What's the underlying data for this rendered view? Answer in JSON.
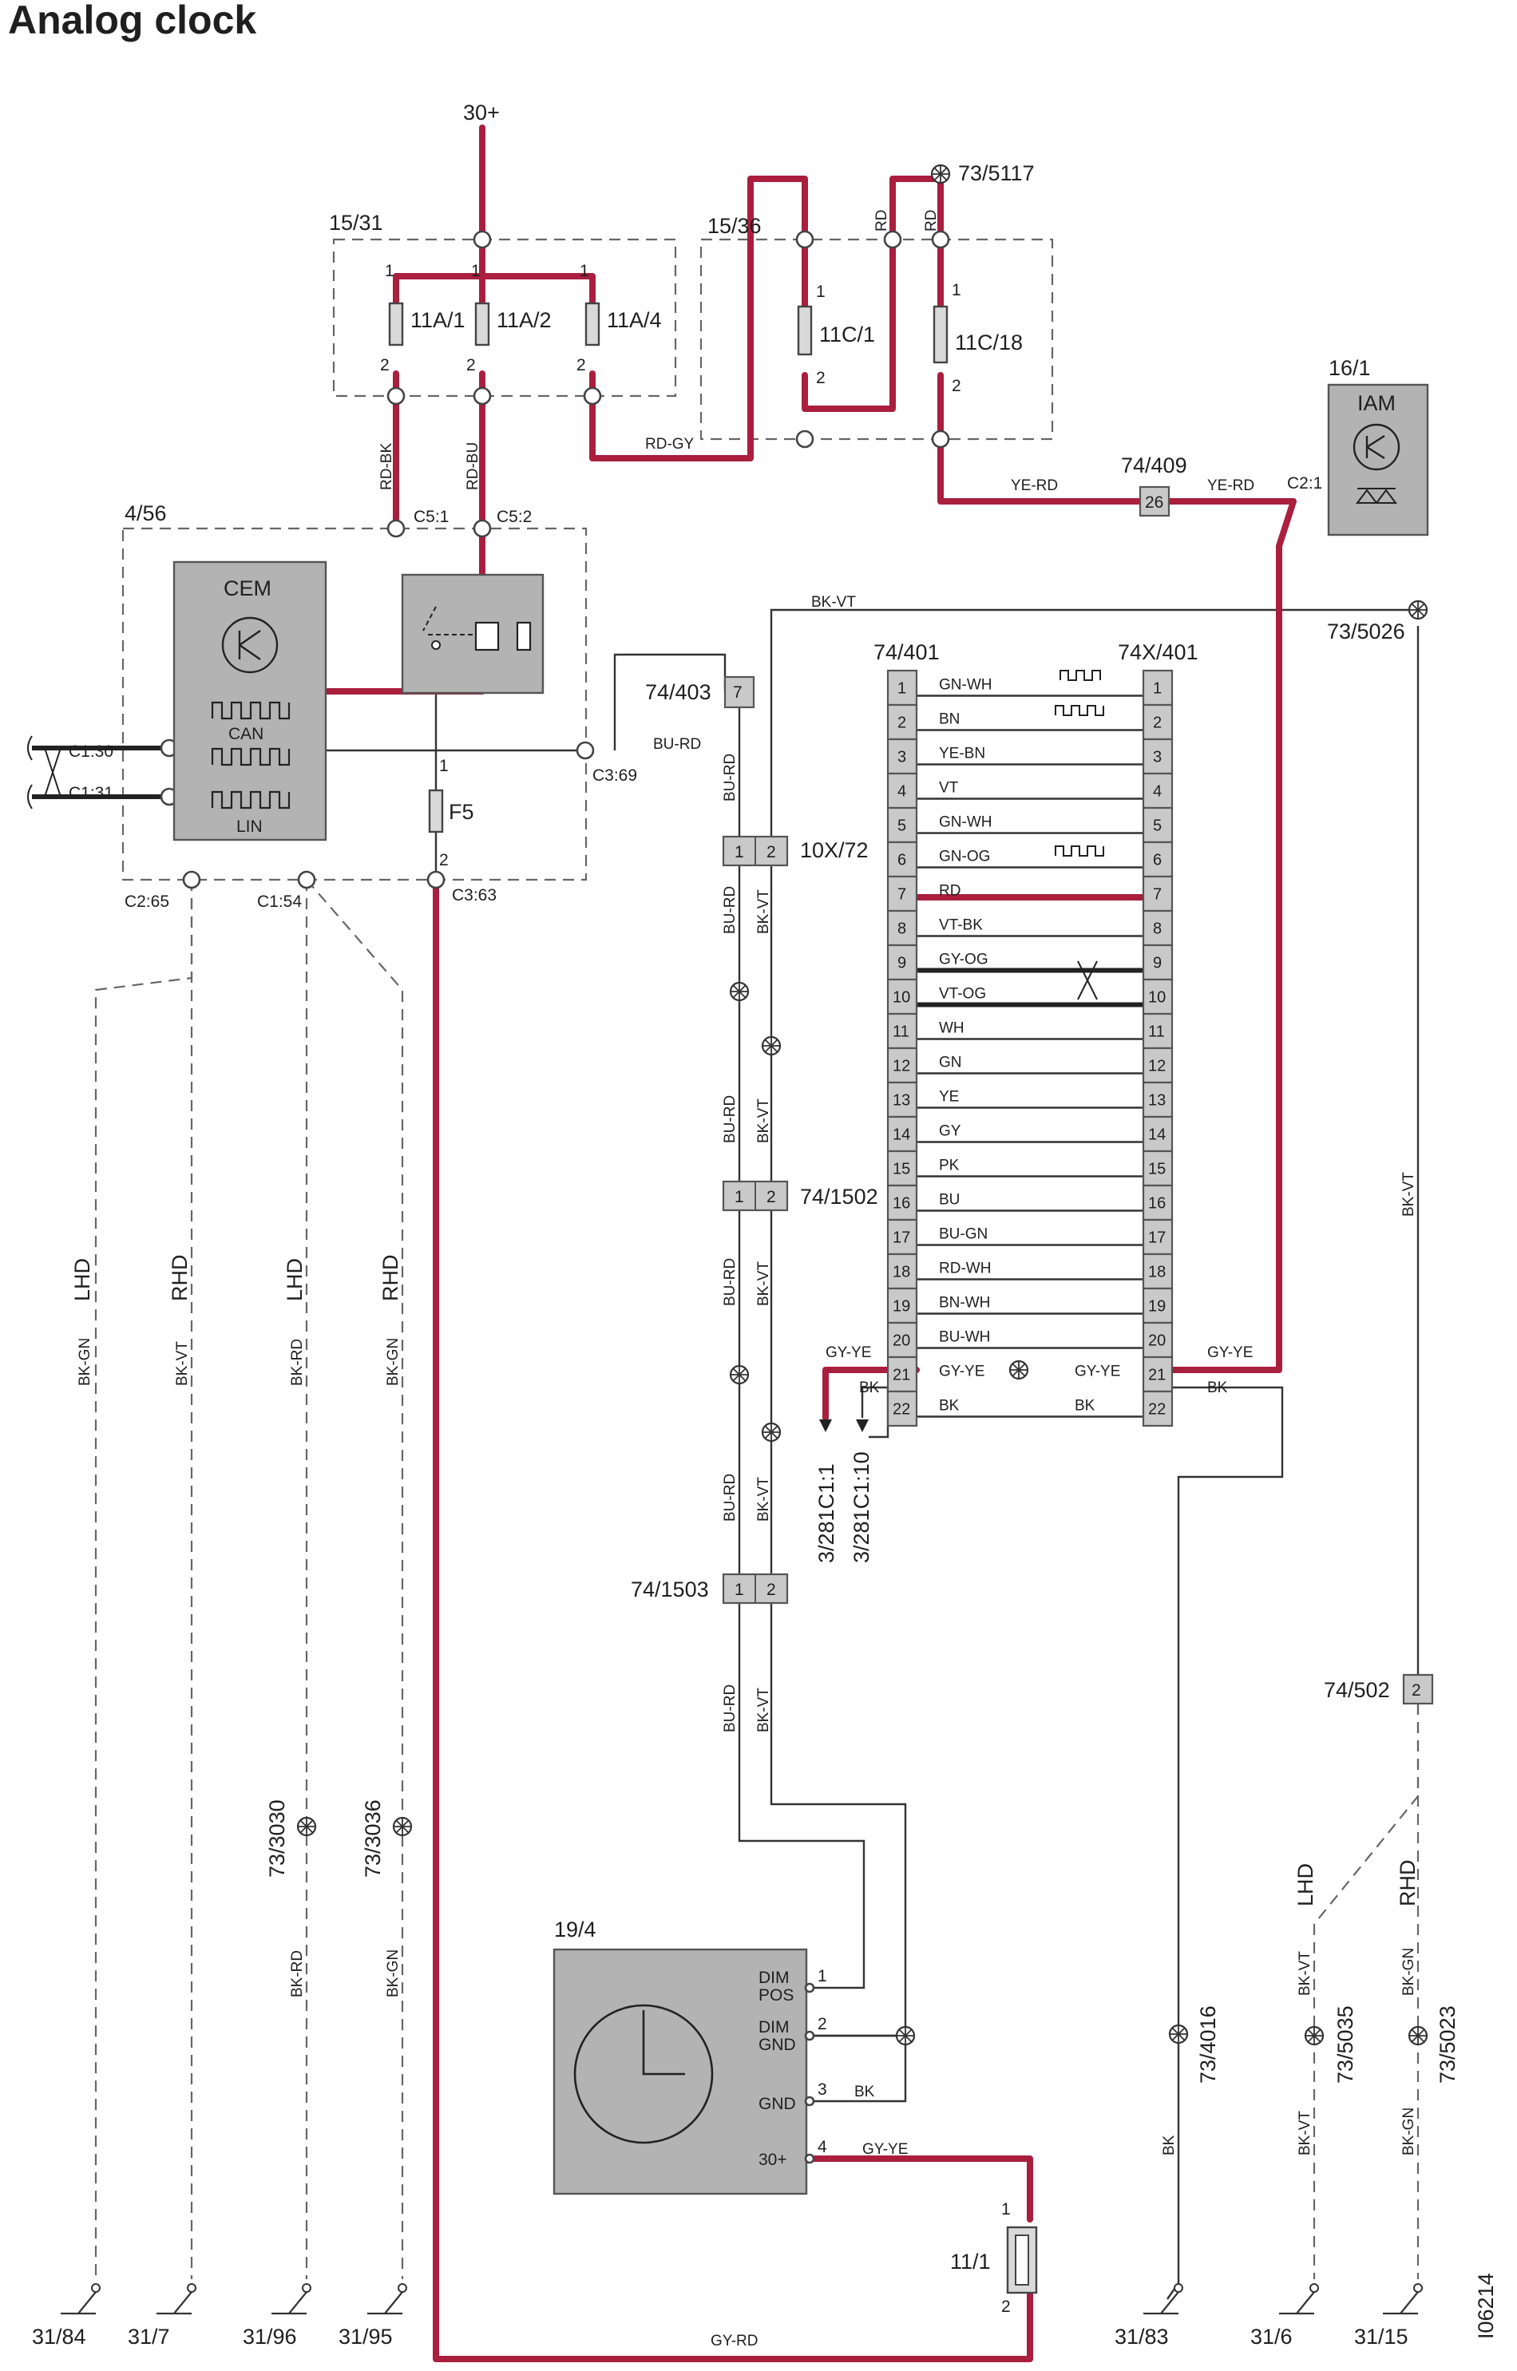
{
  "title": "Analog clock",
  "figure_id": "I06214",
  "supply": "30+",
  "fuse_box_a": {
    "id": "15/31",
    "fuses": [
      "11A/1",
      "11A/2",
      "11A/4"
    ]
  },
  "fuse_box_c": {
    "id": "15/36",
    "fuses": [
      "11C/1",
      "11C/18"
    ]
  },
  "pin_1": "1",
  "pin_2": "2",
  "pin_3": "3",
  "pin_4": "4",
  "ground_5117": "73/5117",
  "rd": "RD",
  "rd_bk": "RD-BK",
  "rd_bu": "RD-BU",
  "rd_gy": "RD-GY",
  "ye_rd": "YE-RD",
  "bk_vt": "BK-VT",
  "bu_rd": "BU-RD",
  "bk_gn": "BK-GN",
  "bk_rd": "BK-RD",
  "gy_ye": "GY-YE",
  "gy_rd": "GY-RD",
  "bk": "BK",
  "lhd": "LHD",
  "rhd": "RHD",
  "cem": {
    "module": "4/56",
    "label": "CEM",
    "can": "CAN",
    "lin": "LIN",
    "fuse": "F5",
    "c5_1": "C5:1",
    "c5_2": "C5:2",
    "c1_30": "C1:30",
    "c1_31": "C1:31",
    "c3_69": "C3:69",
    "c2_65": "C2:65",
    "c1_54": "C1:54",
    "c3_63": "C3:63"
  },
  "iam": {
    "module": "16/1",
    "label": "IAM",
    "pin": "C2:1"
  },
  "splice_74_409": {
    "id": "74/409",
    "pin": "26"
  },
  "splice_74_403": {
    "id": "74/403",
    "pin": "7"
  },
  "ground_5026": "73/5026",
  "connector_10x72": "10X/72",
  "connector_74_1502": "74/1502",
  "connector_74_1503": "74/1503",
  "connector_74_502": "74/502",
  "connector_74_401": {
    "left": "74/401",
    "right": "74X/401",
    "pins": [
      "1",
      "2",
      "3",
      "4",
      "5",
      "6",
      "7",
      "8",
      "9",
      "10",
      "11",
      "12",
      "13",
      "14",
      "15",
      "16",
      "17",
      "18",
      "19",
      "20",
      "21",
      "22"
    ],
    "colors": [
      "GN-WH",
      "BN",
      "YE-BN",
      "VT",
      "GN-WH",
      "GN-OG",
      "RD",
      "VT-BK",
      "GY-OG",
      "VT-OG",
      "WH",
      "GN",
      "YE",
      "GY",
      "PK",
      "BU",
      "BU-GN",
      "RD-WH",
      "BN-WH",
      "BU-WH",
      "GY-YE",
      "BK"
    ]
  },
  "ref_3_281c1_1": "3/281C1:1",
  "ref_3_281c1_10": "3/281C1:10",
  "ground_3030": "73/3030",
  "ground_3036": "73/3036",
  "ground_4016": "73/4016",
  "ground_5035": "73/5035",
  "ground_5023": "73/5023",
  "clock": {
    "module": "19/4",
    "dim_pos_1": "DIM",
    "dim_pos_2": "POS",
    "dim_gnd_1": "DIM",
    "dim_gnd_2": "GND",
    "gnd": "GND",
    "plus30": "30+"
  },
  "fuse_11_1": "11/1",
  "grounds_bottom": [
    "31/84",
    "31/7",
    "31/96",
    "31/95",
    "31/83",
    "31/6",
    "31/15"
  ]
}
